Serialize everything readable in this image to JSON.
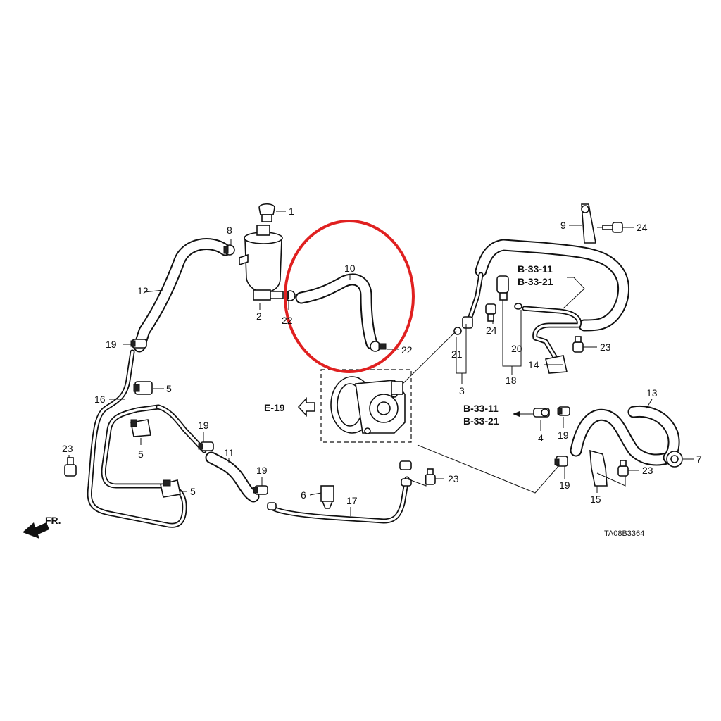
{
  "callouts": {
    "p1": "1",
    "p2": "2",
    "p3": "3",
    "p4": "4",
    "p5a": "5",
    "p5b": "5",
    "p5c": "5",
    "p6": "6",
    "p7": "7",
    "p8": "8",
    "p9": "9",
    "p10": "10",
    "p11": "11",
    "p12": "12",
    "p13": "13",
    "p14": "14",
    "p15": "15",
    "p16": "16",
    "p17": "17",
    "p18": "18",
    "p19a": "19",
    "p19b": "19",
    "p19c": "19",
    "p19d": "19",
    "p19e": "19",
    "p20": "20",
    "p21": "21",
    "p22a": "22",
    "p22b": "22",
    "p23a": "23",
    "p23b": "23",
    "p23c": "23",
    "p23d": "23",
    "p24a": "24",
    "p24b": "24"
  },
  "refs": {
    "e19": "E-19",
    "b3311_top": "B-33-11",
    "b3321_top": "B-33-21",
    "b3311_mid": "B-33-11",
    "b3321_mid": "B-33-21"
  },
  "front_label": "FR.",
  "diagram_code": "TA08B3364",
  "highlight_color": "#e02020"
}
